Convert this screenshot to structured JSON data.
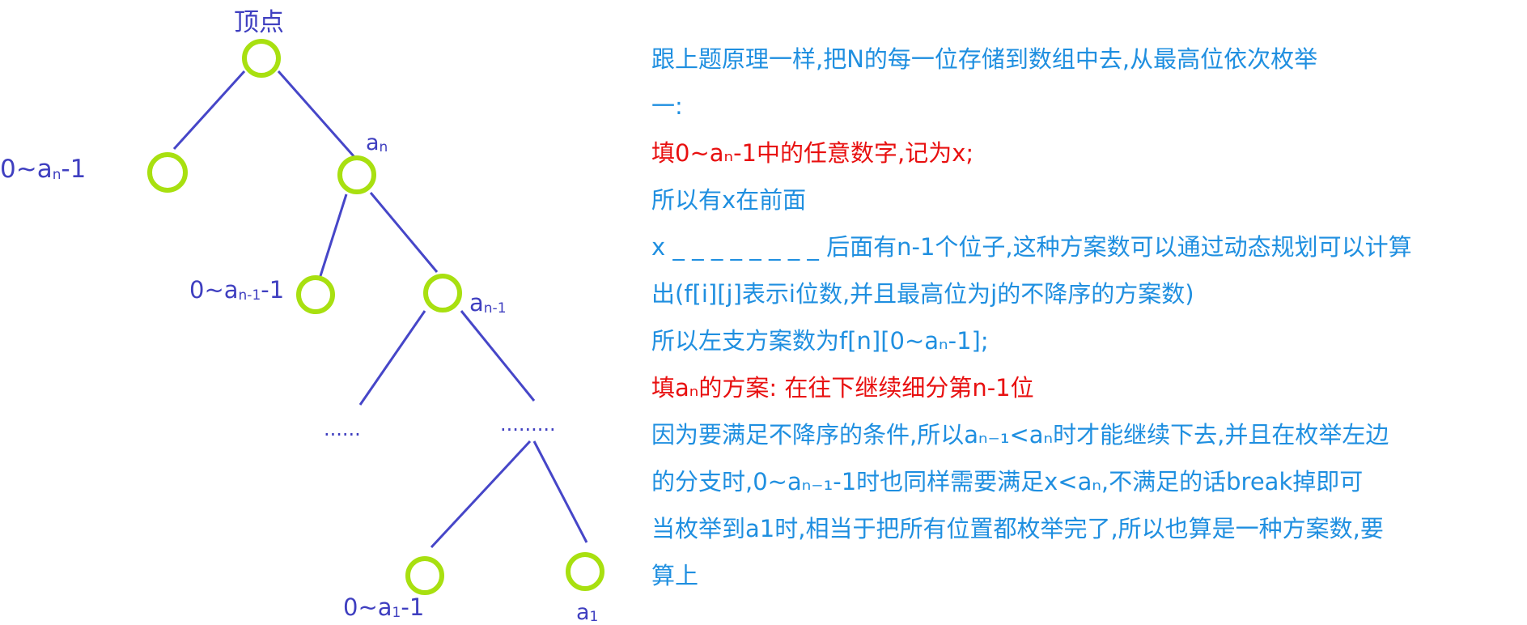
{
  "tree": {
    "top_label": "顶点",
    "labels": [
      {
        "key": "left-1",
        "base": "0~a",
        "sub": "n",
        "tail": "-1"
      },
      {
        "key": "right-1",
        "base": "a",
        "sub": "n",
        "tail": ""
      },
      {
        "key": "left-2",
        "base": "0~a",
        "sub": "n-1",
        "tail": "-1"
      },
      {
        "key": "right-2",
        "base": "a",
        "sub": "n-1",
        "tail": ""
      },
      {
        "key": "dots-left",
        "base": "......",
        "sub": "",
        "tail": ""
      },
      {
        "key": "dots-right",
        "base": ".........",
        "sub": "",
        "tail": ""
      },
      {
        "key": "left-3",
        "base": "0~a",
        "sub": "1",
        "tail": "-1"
      },
      {
        "key": "right-3",
        "base": "a",
        "sub": "1",
        "tail": ""
      }
    ],
    "colors": {
      "edge": "#4646c8",
      "node_ring": "#a8e010",
      "label": "#3f3fc0"
    }
  },
  "explanation": {
    "lines": [
      {
        "text": "跟上题原理一样,把N的每一位存储到数组中去,从最高位依次枚举",
        "color": "blue"
      },
      {
        "text": "一:",
        "color": "blue"
      },
      {
        "text": "填0~aₙ-1中的任意数字,记为x;",
        "color": "red"
      },
      {
        "text": "所以有x在前面",
        "color": "blue"
      },
      {
        "text": "x _ _ _ _ _ _ _ _ 后面有n-1个位子,这种方案数可以通过动态规划可以计算",
        "color": "blue"
      },
      {
        "text": "出(f[i][j]表示i位数,并且最高位为j的不降序的方案数)",
        "color": "blue"
      },
      {
        "text": "所以左支方案数为f[n][0~aₙ-1];",
        "color": "blue"
      },
      {
        "text": "填aₙ的方案: 在往下继续细分第n-1位",
        "color": "red"
      },
      {
        "text": "因为要满足不降序的条件,所以aₙ₋₁<aₙ时才能继续下去,并且在枚举左边",
        "color": "blue"
      },
      {
        "text": "的分支时,0~aₙ₋₁-1时也同样需要满足x<aₙ,不满足的话break掉即可",
        "color": "blue"
      },
      {
        "text": "当枚举到a1时,相当于把所有位置都枚举完了,所以也算是一种方案数,要",
        "color": "blue"
      },
      {
        "text": "算上",
        "color": "blue"
      }
    ],
    "colors": {
      "blue": "#1f8fe0",
      "red": "#e81010"
    }
  }
}
